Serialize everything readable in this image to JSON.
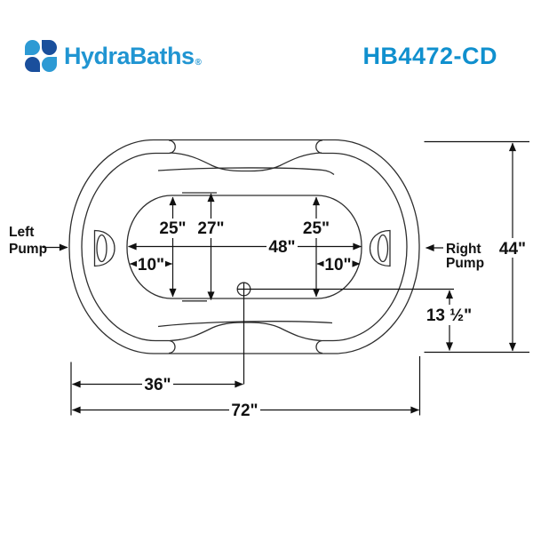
{
  "header": {
    "brand": "HydraBaths",
    "registered": "®",
    "model": "HB4472-CD"
  },
  "colors": {
    "brand_light_blue": "#2d9ad4",
    "brand_dark_blue": "#1a4f9c",
    "brand_text_blue": "#2095d2",
    "model_blue": "#1090ce",
    "drawing_line": "#2e2e2e",
    "dimension_line": "#111111"
  },
  "diagram": {
    "left_pump": {
      "line1": "Left",
      "line2": "Pump"
    },
    "right_pump": {
      "line1": "Right",
      "line2": "Pump"
    },
    "dimensions": {
      "basin_width_left": "25\"",
      "basin_width_center": "27\"",
      "basin_width_right": "25\"",
      "basin_length": "48\"",
      "seat_left": "10\"",
      "seat_right": "10\"",
      "overall_width": "44\"",
      "drain_offset": "13 ½\"",
      "drain_from_end": "36\"",
      "overall_length": "72\""
    }
  }
}
